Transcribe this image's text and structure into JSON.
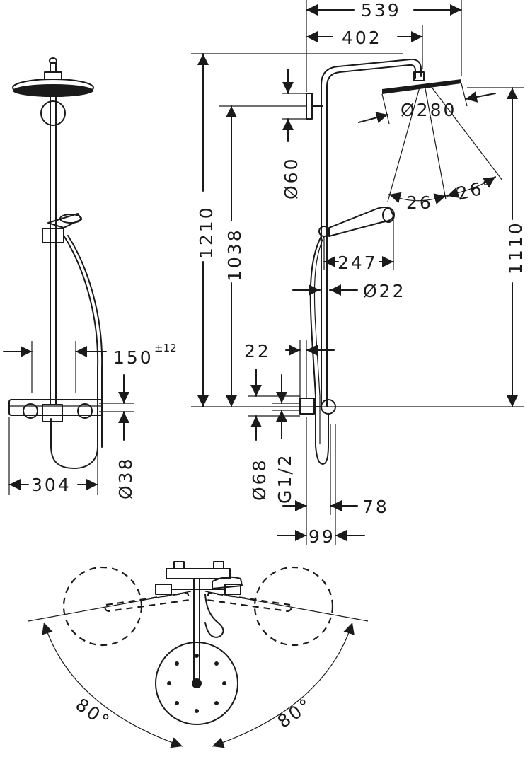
{
  "front_view": {
    "dim_width": "304",
    "dim_spacing": "150",
    "dim_spacing_tolerance": "±12",
    "dim_body_diameter": "Ø38"
  },
  "side_view": {
    "dim_arm_reach": "539",
    "dim_arm_inner": "402",
    "dim_total_height": "1210",
    "dim_riser_height": "1038",
    "dim_head_height": "1110",
    "dim_wall_bracket": "Ø60",
    "dim_head_diameter": "Ø280",
    "dim_tilt_left": "26°",
    "dim_tilt_right": "26°",
    "dim_hand_shower": "247",
    "dim_pipe_diameter": "Ø22",
    "dim_gap": "22",
    "dim_valve_diameter": "Ø68",
    "dim_thread": "G1/2",
    "dim_outlet_78": "78",
    "dim_outlet_99": "99"
  },
  "top_view": {
    "dim_rotation_left": "80°",
    "dim_rotation_right": "80°"
  }
}
